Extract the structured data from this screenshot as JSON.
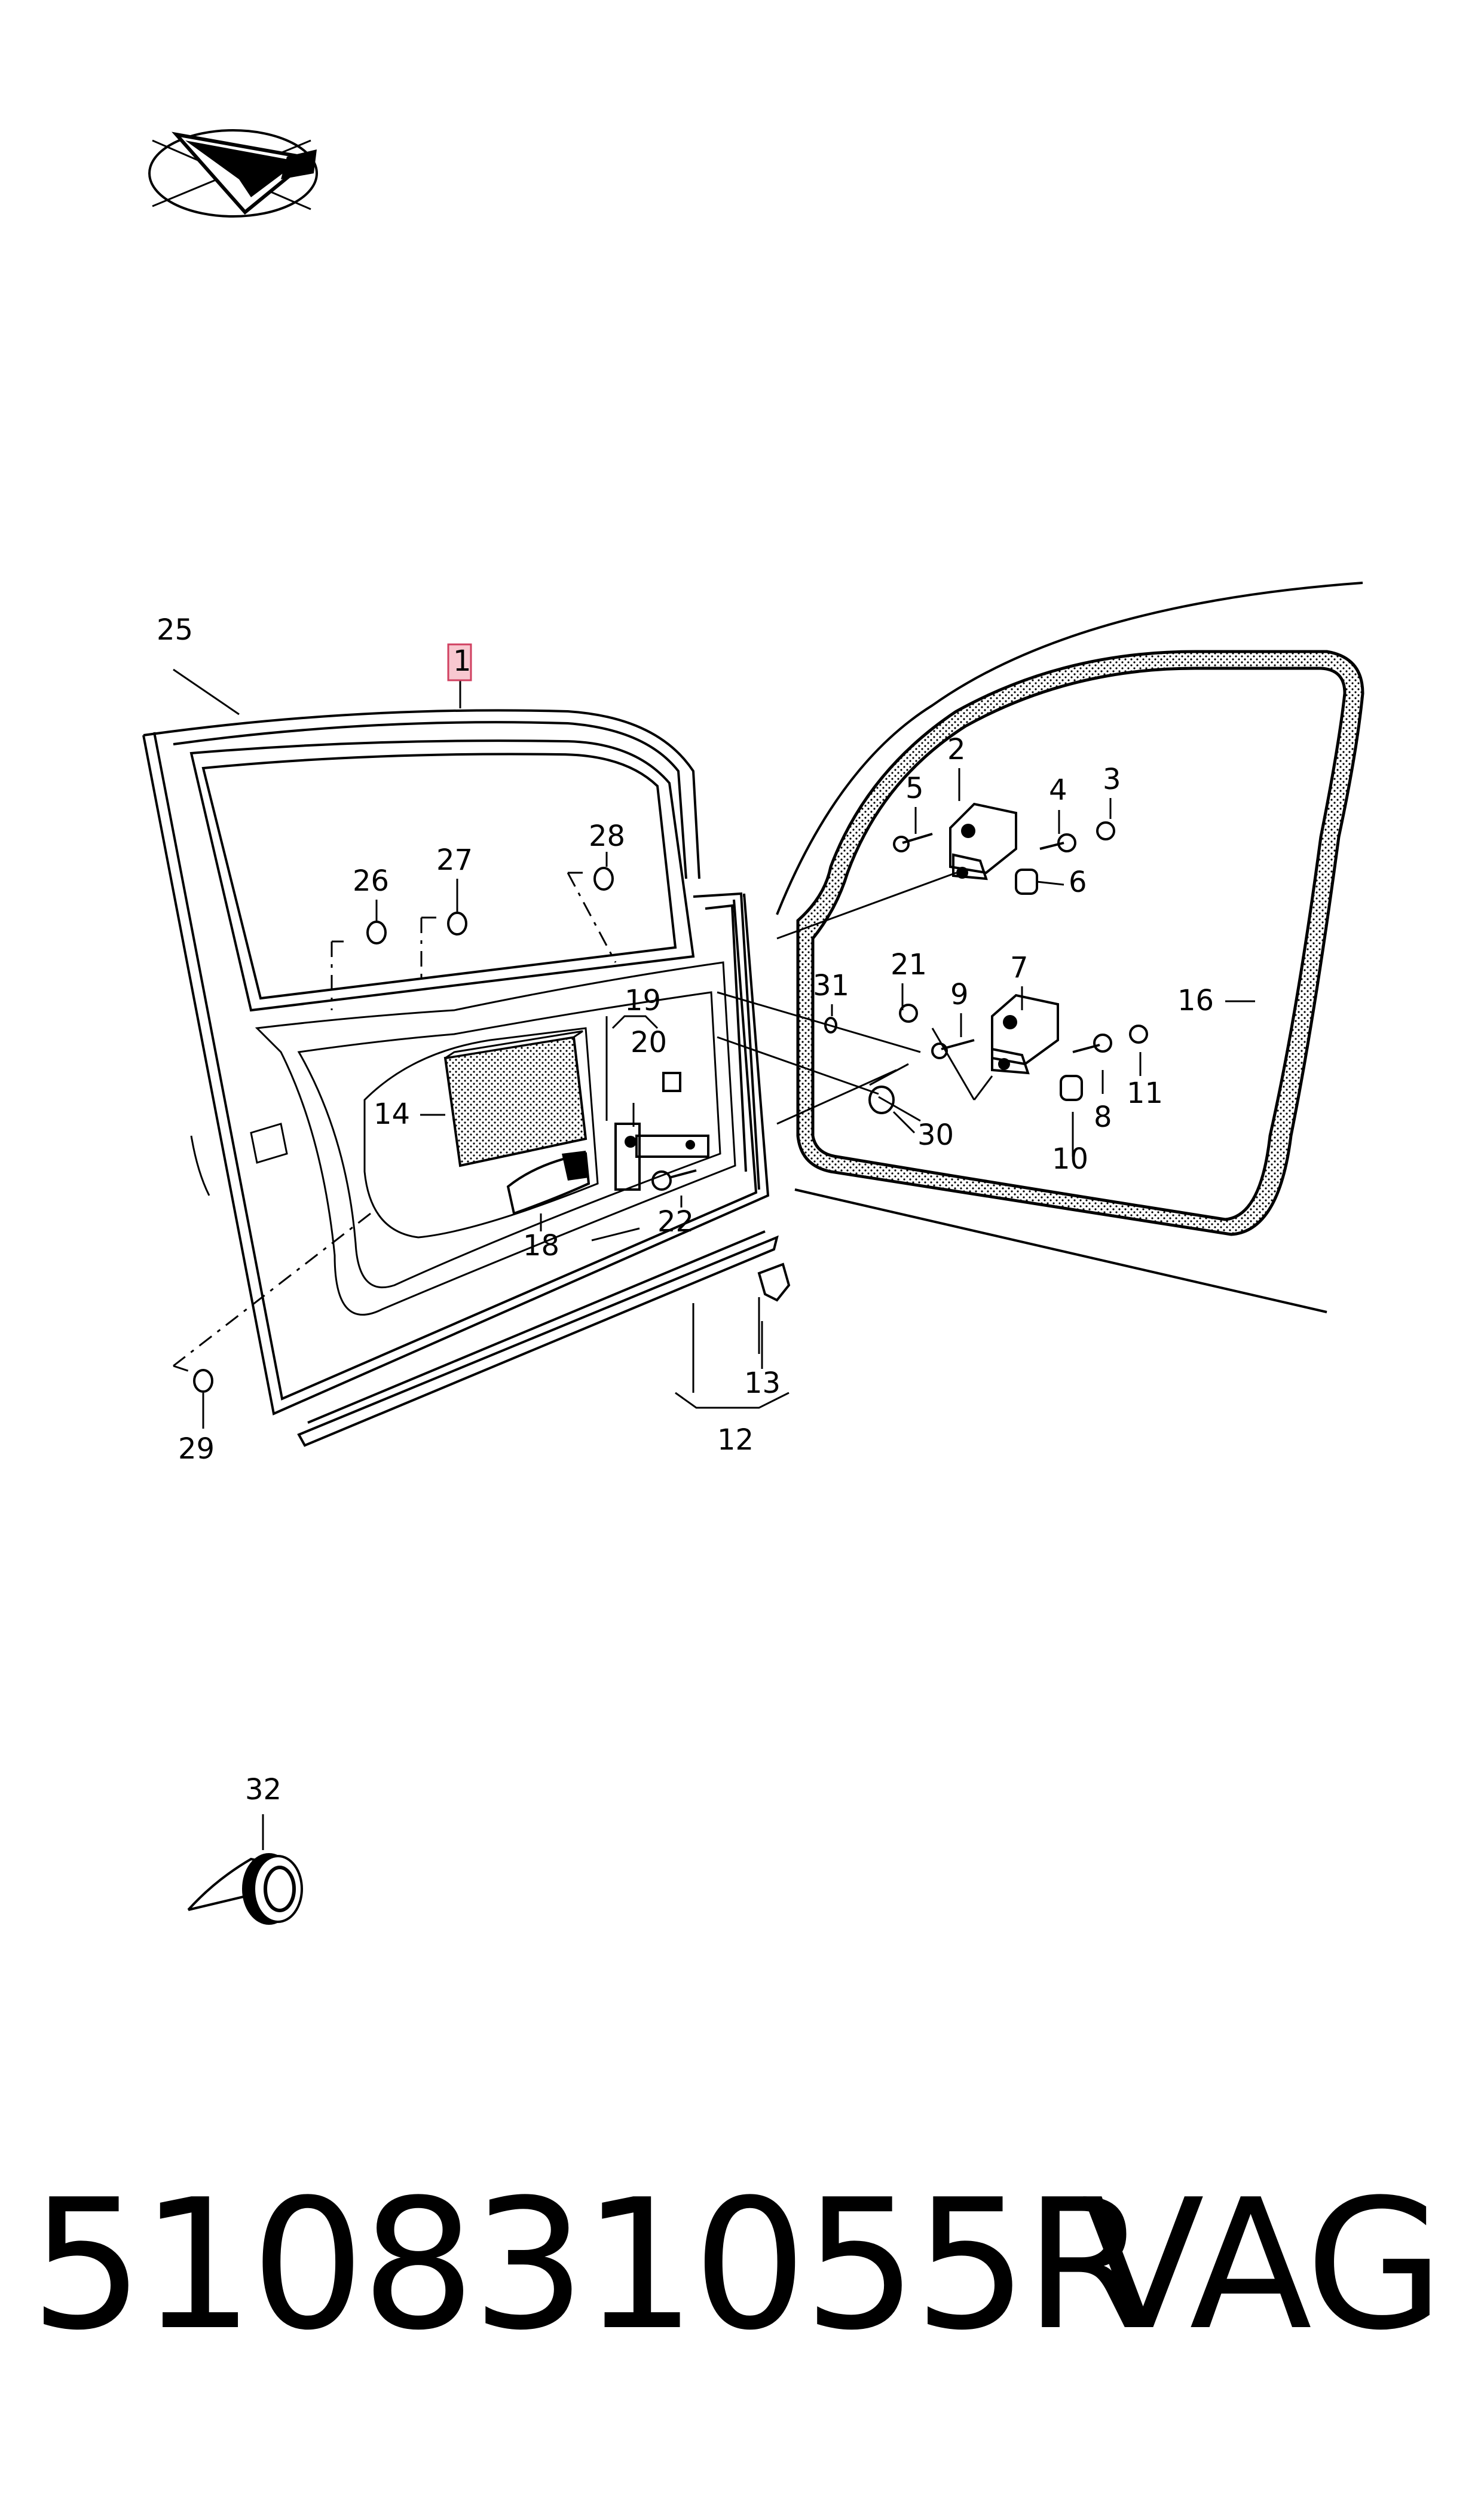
{
  "diagram": {
    "callouts": {
      "c1": "1",
      "c2": "2",
      "c3": "3",
      "c4": "4",
      "c5": "5",
      "c6": "6",
      "c7": "7",
      "c8": "8",
      "c9": "9",
      "c10": "10",
      "c11": "11",
      "c12": "12",
      "c13": "13",
      "c14": "14",
      "c16": "16",
      "c18": "18",
      "c19": "19",
      "c20": "20",
      "c21": "21",
      "c22": "22",
      "c25": "25",
      "c26": "26",
      "c27": "27",
      "c28": "28",
      "c29": "29",
      "c30": "30",
      "c31": "31",
      "c32": "32"
    },
    "highlighted_callout": "1",
    "highlight_color": "#f8c8d0",
    "highlight_border": "#d04060"
  },
  "footer": {
    "part_number": "510831055R",
    "brand": "VAG"
  }
}
